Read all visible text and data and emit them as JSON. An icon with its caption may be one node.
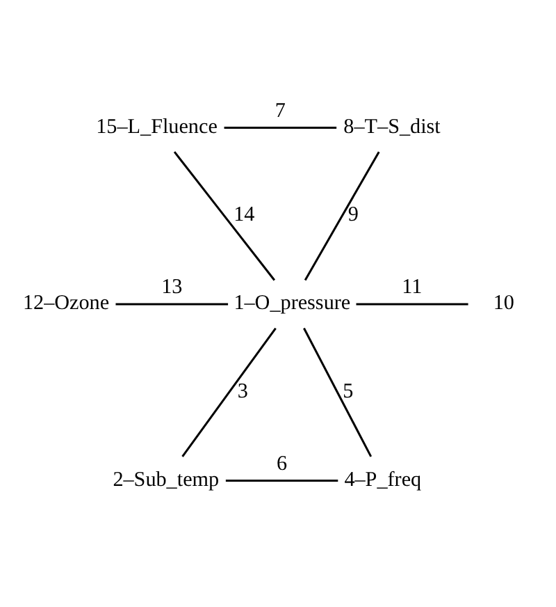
{
  "diagram": {
    "nodes": [
      {
        "text": [
          "15–L_Fluence"
        ]
      },
      {
        "text": [
          "8–T–S_dist"
        ]
      },
      {
        "text": [
          "12–Ozone"
        ]
      },
      {
        "text": [
          "1–O_pressure"
        ]
      },
      {
        "text": [
          "10"
        ]
      },
      {
        "text": [
          "2–Sub_temp"
        ]
      },
      {
        "text": [
          "4–P_freq"
        ]
      }
    ],
    "edges": [
      {
        "from": 0,
        "to": 1,
        "arrow": "none",
        "label": "7"
      },
      {
        "from": 0,
        "to": 3,
        "arrow": "none",
        "label": "14"
      },
      {
        "from": 1,
        "to": 3,
        "arrow": "none",
        "label": "9"
      },
      {
        "from": 2,
        "to": 3,
        "arrow": "none",
        "label": "13"
      },
      {
        "from": 3,
        "to": 4,
        "arrow": "none",
        "label": "11"
      },
      {
        "from": 3,
        "to": 5,
        "arrow": "none",
        "label": "3"
      },
      {
        "from": 3,
        "to": 6,
        "arrow": "none",
        "label": "5"
      },
      {
        "from": 5,
        "to": 6,
        "arrow": "none",
        "label": "6"
      }
    ]
  }
}
